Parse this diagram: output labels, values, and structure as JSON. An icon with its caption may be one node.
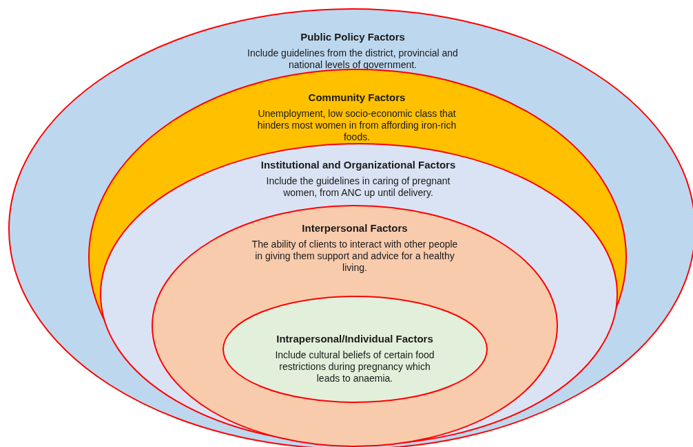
{
  "diagram": {
    "nodes": [
      {
        "text": [
          "Public Policy Factors",
          "Include guidelines from the district, provincial and national levels of government."
        ]
      },
      {
        "text": [
          "Community Factors",
          "Unemployment, low socio-economic class that hinders most women in from affording iron-rich foods."
        ],
        "in": 0
      },
      {
        "text": [
          "Institutional and Organizational Factors",
          "Include the guidelines in caring of pregnant women, from ANC up until delivery."
        ],
        "in": 1
      },
      {
        "text": [
          "Interpersonal Factors",
          "The ability of clients to interact with other people in giving them support and advice for a healthy living."
        ],
        "in": 2
      },
      {
        "text": [
          "Intrapersonal/Individual Factors",
          "Include cultural beliefs of certain food restrictions during pregnancy which leads to anaemia."
        ],
        "in": 3
      }
    ],
    "edges": []
  }
}
